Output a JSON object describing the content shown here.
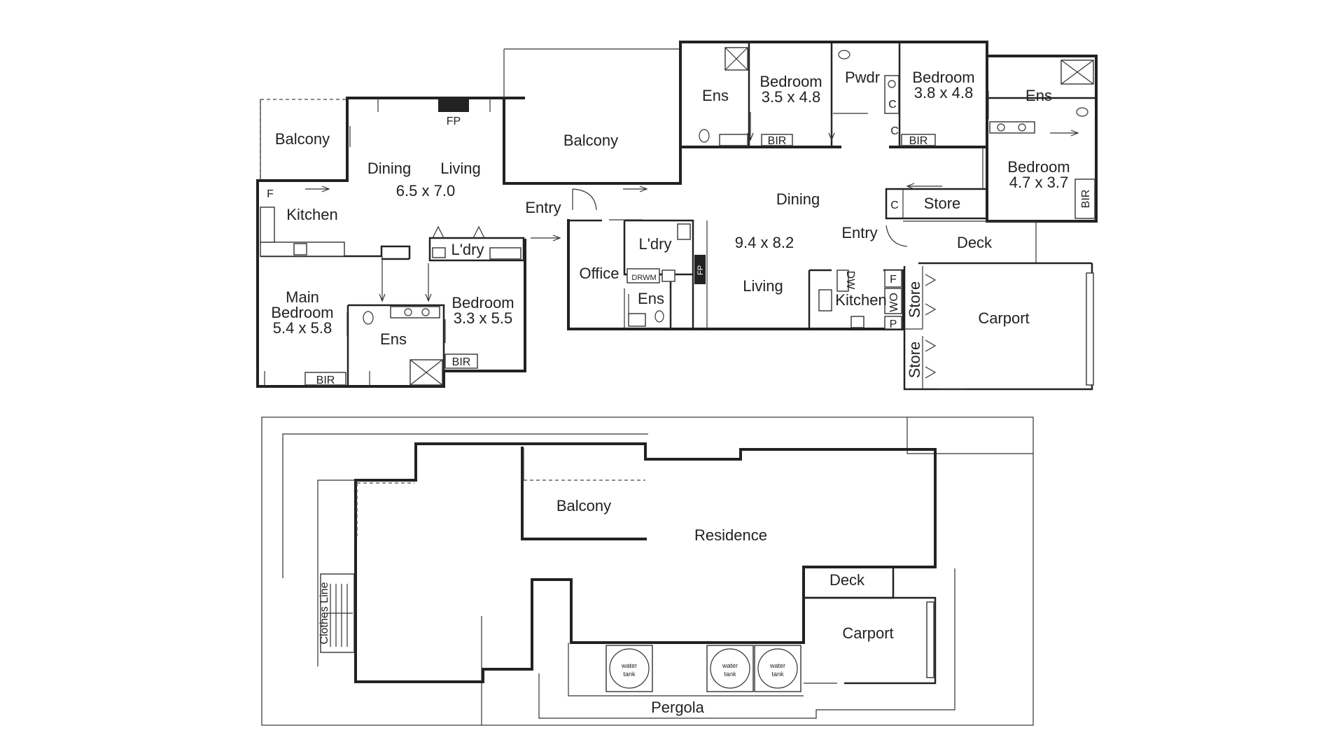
{
  "upper_plan": {
    "left_wing": {
      "balcony_left": "Balcony",
      "fireplace": "FP",
      "dining": "Dining",
      "living": "Living",
      "living_dims": "6.5 x 7.0",
      "fridge": "F",
      "kitchen": "Kitchen",
      "laundry": "L'dry",
      "main_bedroom_line1": "Main",
      "main_bedroom_line2": "Bedroom",
      "main_bedroom_dims": "5.4 x 5.8",
      "ensuite": "Ens",
      "bedroom": "Bedroom",
      "bedroom_dims": "3.3 x 5.5",
      "bir_main": "BIR",
      "bir_bedroom": "BIR"
    },
    "centre": {
      "balcony": "Balcony",
      "entry": "Entry"
    },
    "right_wing": {
      "ensuite_1": "Ens",
      "bedroom_1": "Bedroom",
      "bedroom_1_dims": "3.5 x 4.8",
      "bir_1": "BIR",
      "powder": "Pwdr",
      "cupboard_1": "C",
      "cupboard_2": "C",
      "bedroom_2": "Bedroom",
      "bedroom_2_dims": "3.8 x 4.8",
      "bir_2": "BIR",
      "ensuite_2": "Ens",
      "bedroom_3": "Bedroom",
      "bedroom_3_dims": "4.7 x 3.7",
      "bir_3": "BIR",
      "dining": "Dining",
      "living_dims": "9.4 x 8.2",
      "living": "Living",
      "laundry": "L'dry",
      "dryer_washer": "DRWM",
      "fireplace": "FP",
      "office": "Office",
      "ensuite_3": "Ens",
      "entry": "Entry",
      "cupboard_store": "C",
      "store": "Store",
      "deck": "Deck",
      "dishwasher": "DW",
      "kitchen": "Kitchen",
      "fridge": "F",
      "wall_oven": "WO",
      "pantry": "P",
      "store_1": "Store",
      "store_2": "Store",
      "carport": "Carport"
    }
  },
  "site_plan": {
    "balcony": "Balcony",
    "residence": "Residence",
    "deck": "Deck",
    "carport": "Carport",
    "clothes_line": "Clothes Line",
    "tank_1_line1": "water",
    "tank_1_line2": "tank",
    "tank_2_line1": "water",
    "tank_2_line2": "tank",
    "tank_3_line1": "water",
    "tank_3_line2": "tank",
    "pergola": "Pergola"
  }
}
